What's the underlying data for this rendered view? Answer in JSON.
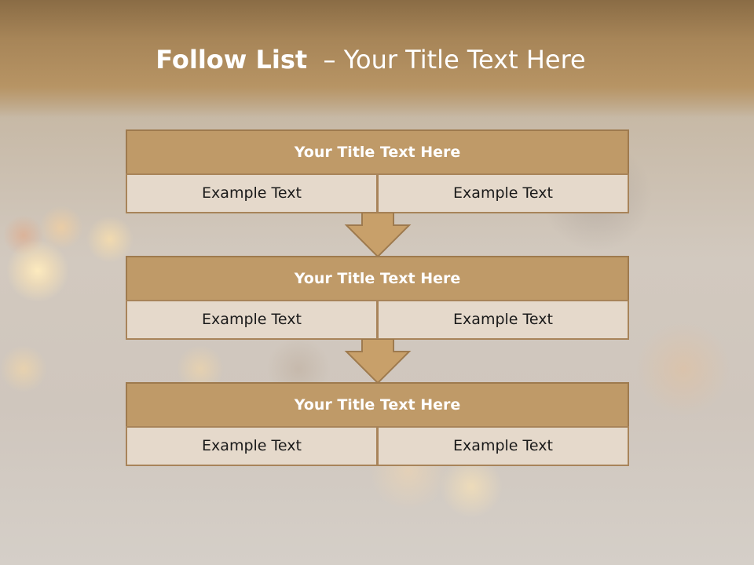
{
  "slide": {
    "title_bold": "Follow List",
    "title_rest": "– Your Title Text Here"
  },
  "steps": [
    {
      "title": "Your Title Text Here",
      "left": "Example Text",
      "right": "Example Text"
    },
    {
      "title": "Your Title Text Here",
      "left": "Example Text",
      "right": "Example Text"
    },
    {
      "title": "Your Title Text Here",
      "left": "Example Text",
      "right": "Example Text"
    }
  ],
  "colors": {
    "header_fill": "#bf9a68",
    "cell_fill": "#e5d9cb",
    "border": "#9e7a4e",
    "arrow_fill": "#c8a06a"
  }
}
